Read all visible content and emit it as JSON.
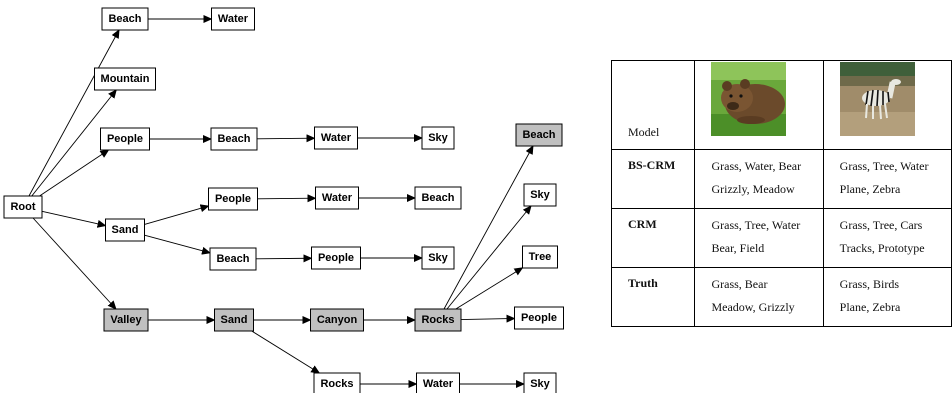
{
  "tree": {
    "nodes": [
      {
        "id": "root",
        "label": "Root",
        "shaded": false
      },
      {
        "id": "beach1",
        "label": "Beach",
        "shaded": false
      },
      {
        "id": "water1",
        "label": "Water",
        "shaded": false
      },
      {
        "id": "mountain",
        "label": "Mountain",
        "shaded": false
      },
      {
        "id": "people1",
        "label": "People",
        "shaded": false
      },
      {
        "id": "beach2",
        "label": "Beach",
        "shaded": false
      },
      {
        "id": "water2",
        "label": "Water",
        "shaded": false
      },
      {
        "id": "sky1",
        "label": "Sky",
        "shaded": false
      },
      {
        "id": "sand1",
        "label": "Sand",
        "shaded": false
      },
      {
        "id": "people2",
        "label": "People",
        "shaded": false
      },
      {
        "id": "water3",
        "label": "Water",
        "shaded": false
      },
      {
        "id": "beach3",
        "label": "Beach",
        "shaded": false
      },
      {
        "id": "beach4",
        "label": "Beach",
        "shaded": false
      },
      {
        "id": "people3",
        "label": "People",
        "shaded": false
      },
      {
        "id": "sky2",
        "label": "Sky",
        "shaded": false
      },
      {
        "id": "valley",
        "label": "Valley",
        "shaded": true
      },
      {
        "id": "sand2",
        "label": "Sand",
        "shaded": true
      },
      {
        "id": "canyon",
        "label": "Canyon",
        "shaded": true
      },
      {
        "id": "rocks1",
        "label": "Rocks",
        "shaded": true
      },
      {
        "id": "beach5",
        "label": "Beach",
        "shaded": true
      },
      {
        "id": "sky3",
        "label": "Sky",
        "shaded": false
      },
      {
        "id": "tree",
        "label": "Tree",
        "shaded": false
      },
      {
        "id": "people4",
        "label": "People",
        "shaded": false
      },
      {
        "id": "rocks2",
        "label": "Rocks",
        "shaded": false
      },
      {
        "id": "water4",
        "label": "Water",
        "shaded": false
      },
      {
        "id": "sky4",
        "label": "Sky",
        "shaded": false
      }
    ],
    "edges": [
      [
        "root",
        "beach1"
      ],
      [
        "beach1",
        "water1"
      ],
      [
        "root",
        "mountain"
      ],
      [
        "root",
        "people1"
      ],
      [
        "people1",
        "beach2"
      ],
      [
        "beach2",
        "water2"
      ],
      [
        "water2",
        "sky1"
      ],
      [
        "root",
        "sand1"
      ],
      [
        "sand1",
        "people2"
      ],
      [
        "people2",
        "water3"
      ],
      [
        "water3",
        "beach3"
      ],
      [
        "sand1",
        "beach4"
      ],
      [
        "beach4",
        "people3"
      ],
      [
        "people3",
        "sky2"
      ],
      [
        "root",
        "valley"
      ],
      [
        "valley",
        "sand2"
      ],
      [
        "sand2",
        "canyon"
      ],
      [
        "canyon",
        "rocks1"
      ],
      [
        "rocks1",
        "beach5"
      ],
      [
        "rocks1",
        "sky3"
      ],
      [
        "rocks1",
        "tree"
      ],
      [
        "rocks1",
        "people4"
      ],
      [
        "sand2",
        "rocks2"
      ],
      [
        "rocks2",
        "water4"
      ],
      [
        "water4",
        "sky4"
      ]
    ],
    "colors": {
      "shaded_fill": "#c0c0c0",
      "plain_fill": "#ffffff"
    }
  },
  "table": {
    "header": "Model",
    "images": [
      {
        "subject": "grizzly bear lying on grass"
      },
      {
        "subject": "zebra standing in dry field"
      }
    ],
    "rows": [
      {
        "model": "BS-CRM",
        "cells": [
          [
            "Grass, Water, Bear",
            "Grizzly, Meadow"
          ],
          [
            "Grass, Tree, Water",
            "Plane, Zebra"
          ]
        ]
      },
      {
        "model": "CRM",
        "cells": [
          [
            "Grass, Tree, Water",
            "Bear, Field"
          ],
          [
            "Grass, Tree, Cars",
            "Tracks, Prototype"
          ]
        ]
      },
      {
        "model": "Truth",
        "cells": [
          [
            "Grass, Bear",
            "Meadow, Grizzly"
          ],
          [
            "Grass, Birds",
            "Plane, Zebra"
          ]
        ]
      }
    ]
  }
}
